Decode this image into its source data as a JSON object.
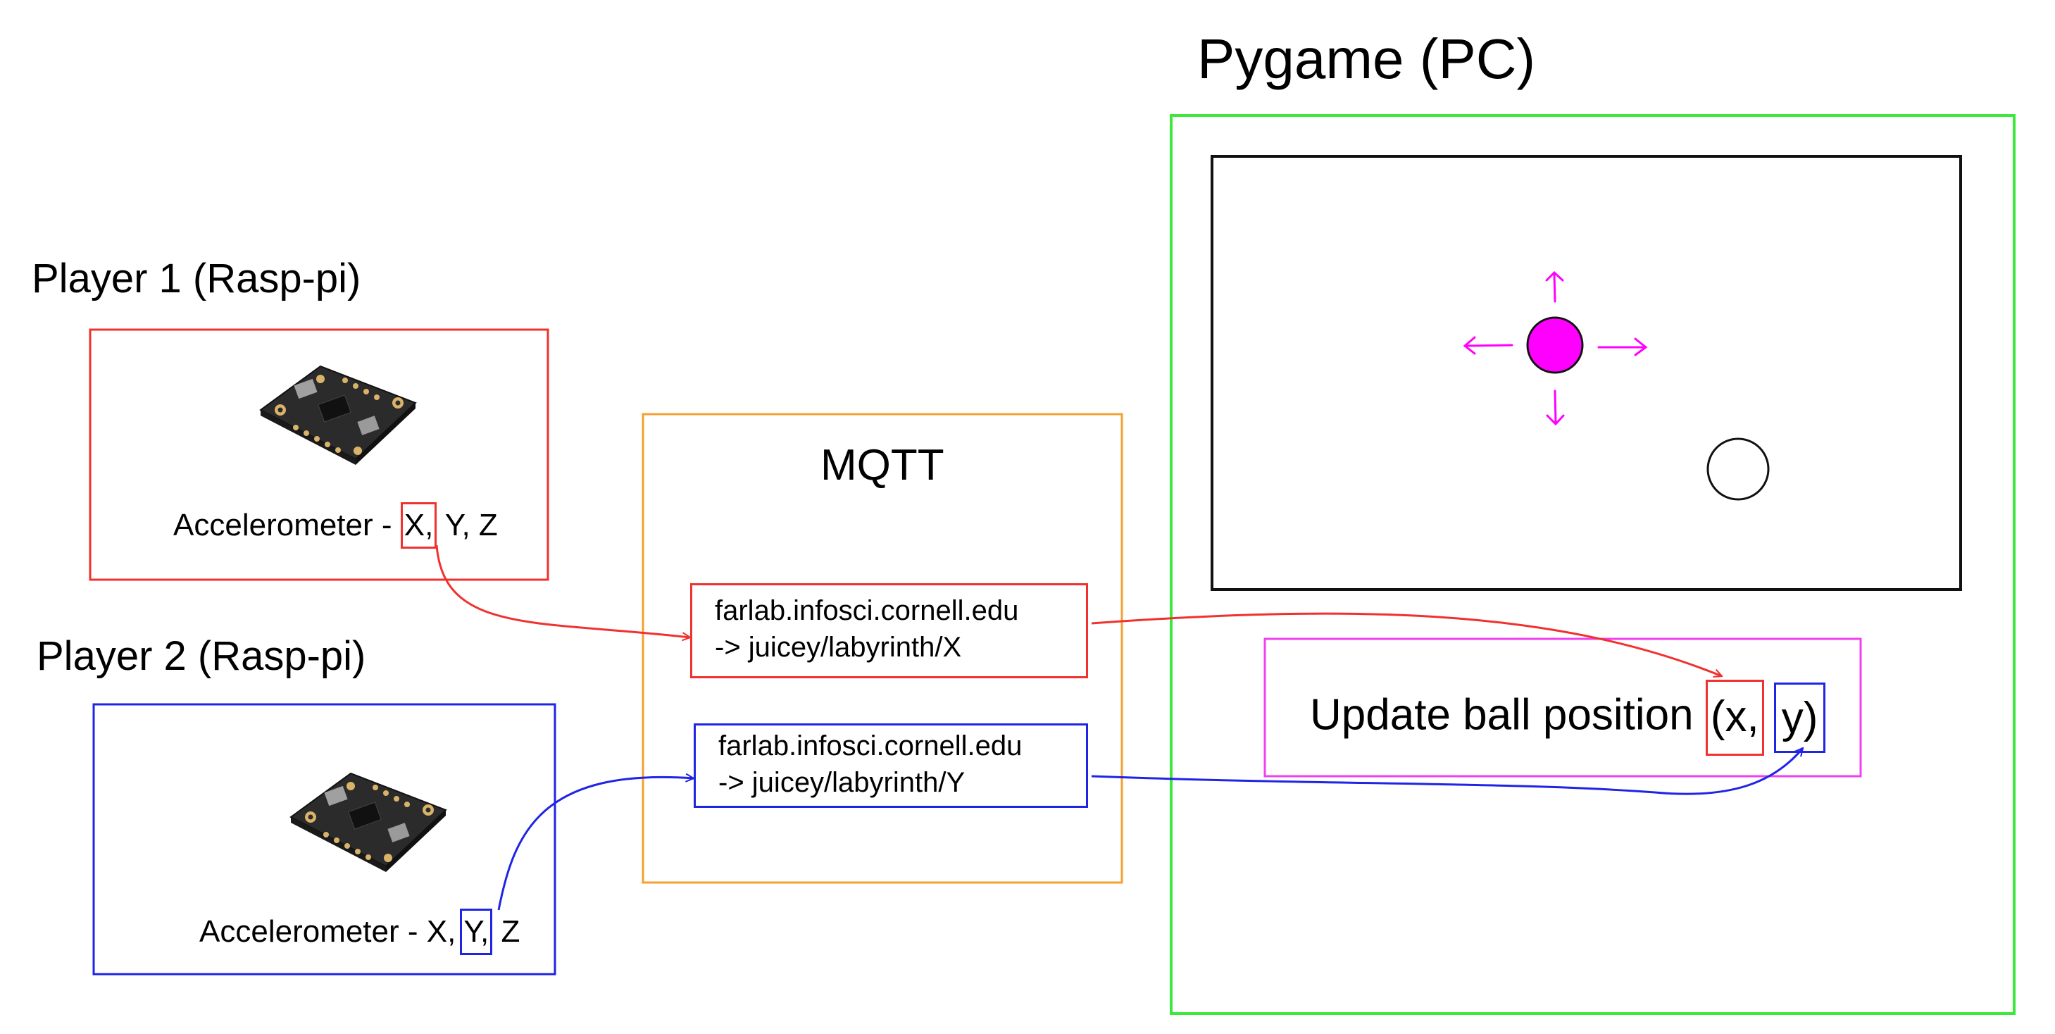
{
  "players": {
    "player1": {
      "title": "Player 1 (Rasp-pi)",
      "accel_prefix": "Accelerometer - ",
      "axes": [
        "X,",
        " Y,",
        " Z"
      ],
      "highlighted_axis": "X",
      "color": "#f0312e"
    },
    "player2": {
      "title": "Player 2 (Rasp-pi)",
      "accel_prefix": "Accelerometer - ",
      "axes": [
        "X,",
        "Y,",
        " Z"
      ],
      "highlighted_axis": "Y",
      "color": "#1f24e6"
    }
  },
  "mqtt": {
    "title": "MQTT",
    "color": "#f5a030",
    "topic_x": {
      "line1": "farlab.infosci.cornell.edu",
      "line2": "-> juicey/labyrinth/X"
    },
    "topic_y": {
      "line1": "farlab.infosci.cornell.edu",
      "line2": "-> juicey/labyrinth/Y"
    }
  },
  "pygame": {
    "title": "Pygame (PC)",
    "color": "#3be83b",
    "ball_color": "#ff00ff",
    "update": {
      "text": "Update ball position ",
      "x_part": "(x,",
      "y_part": "y)",
      "color": "#f040f0"
    }
  },
  "icons": [
    "accelerometer-board-icon",
    "arrow-up-icon",
    "arrow-down-icon",
    "arrow-left-icon",
    "arrow-right-icon",
    "ball-icon",
    "hole-icon"
  ]
}
